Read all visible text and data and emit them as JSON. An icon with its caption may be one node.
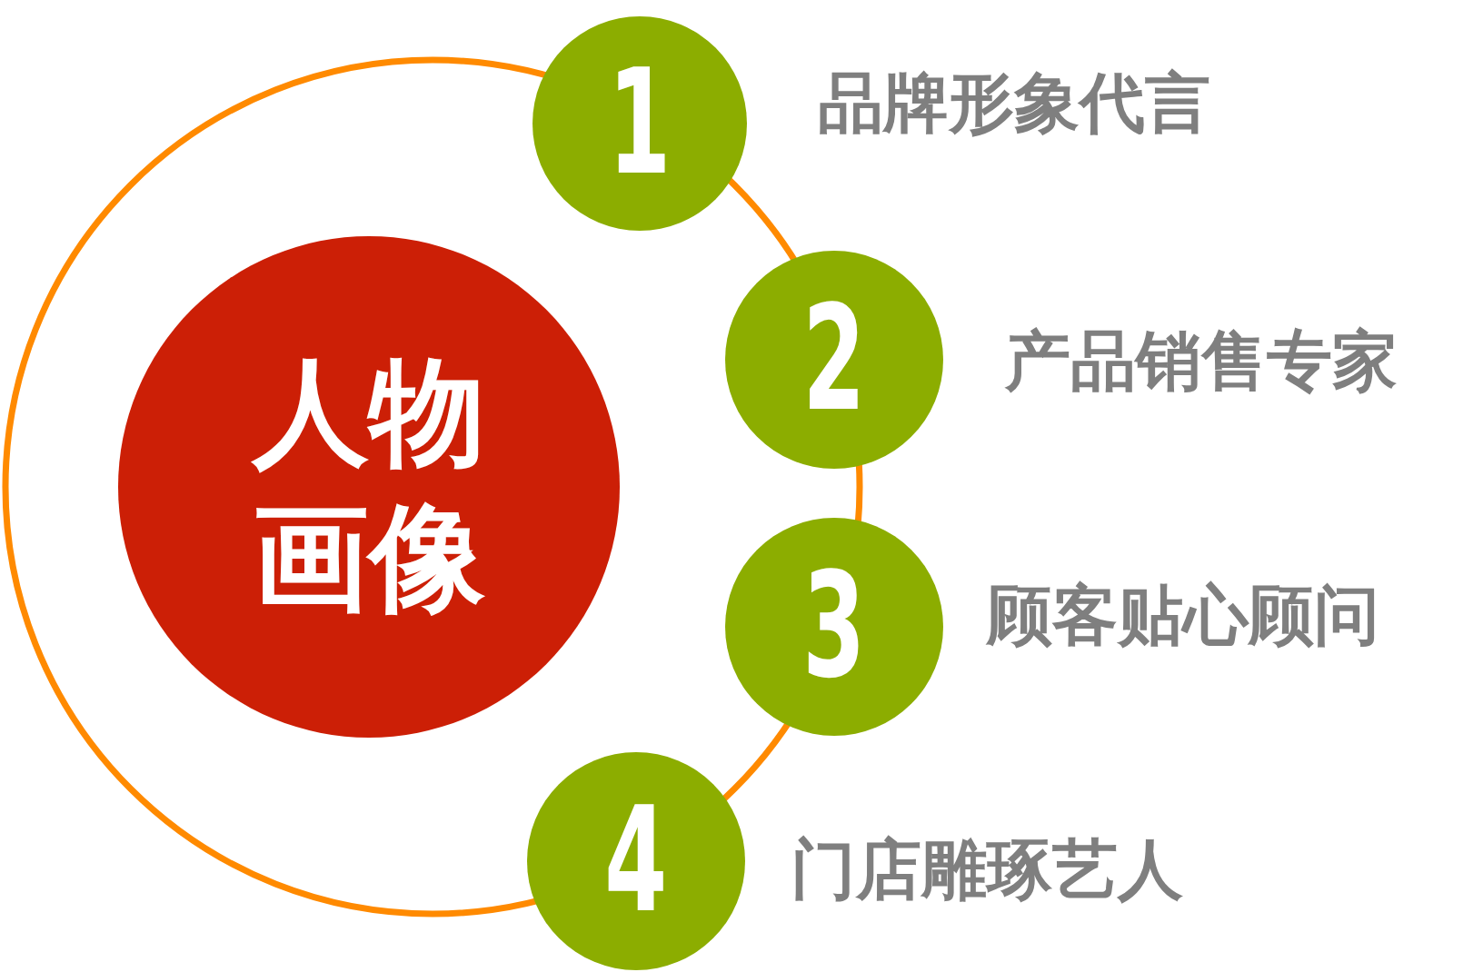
{
  "diagram": {
    "nodes": [
      {
        "text": [
          "人物画像"
        ]
      },
      {
        "text": [
          "1"
        ],
        "beside": [
          "品牌形象代言"
        ]
      },
      {
        "text": [
          "2"
        ],
        "beside": [
          "产品销售专家"
        ]
      },
      {
        "text": [
          "3"
        ],
        "beside": [
          "顾客贴心顾问"
        ]
      },
      {
        "text": [
          "4"
        ],
        "beside": [
          "门店雕琢艺人"
        ]
      }
    ]
  }
}
